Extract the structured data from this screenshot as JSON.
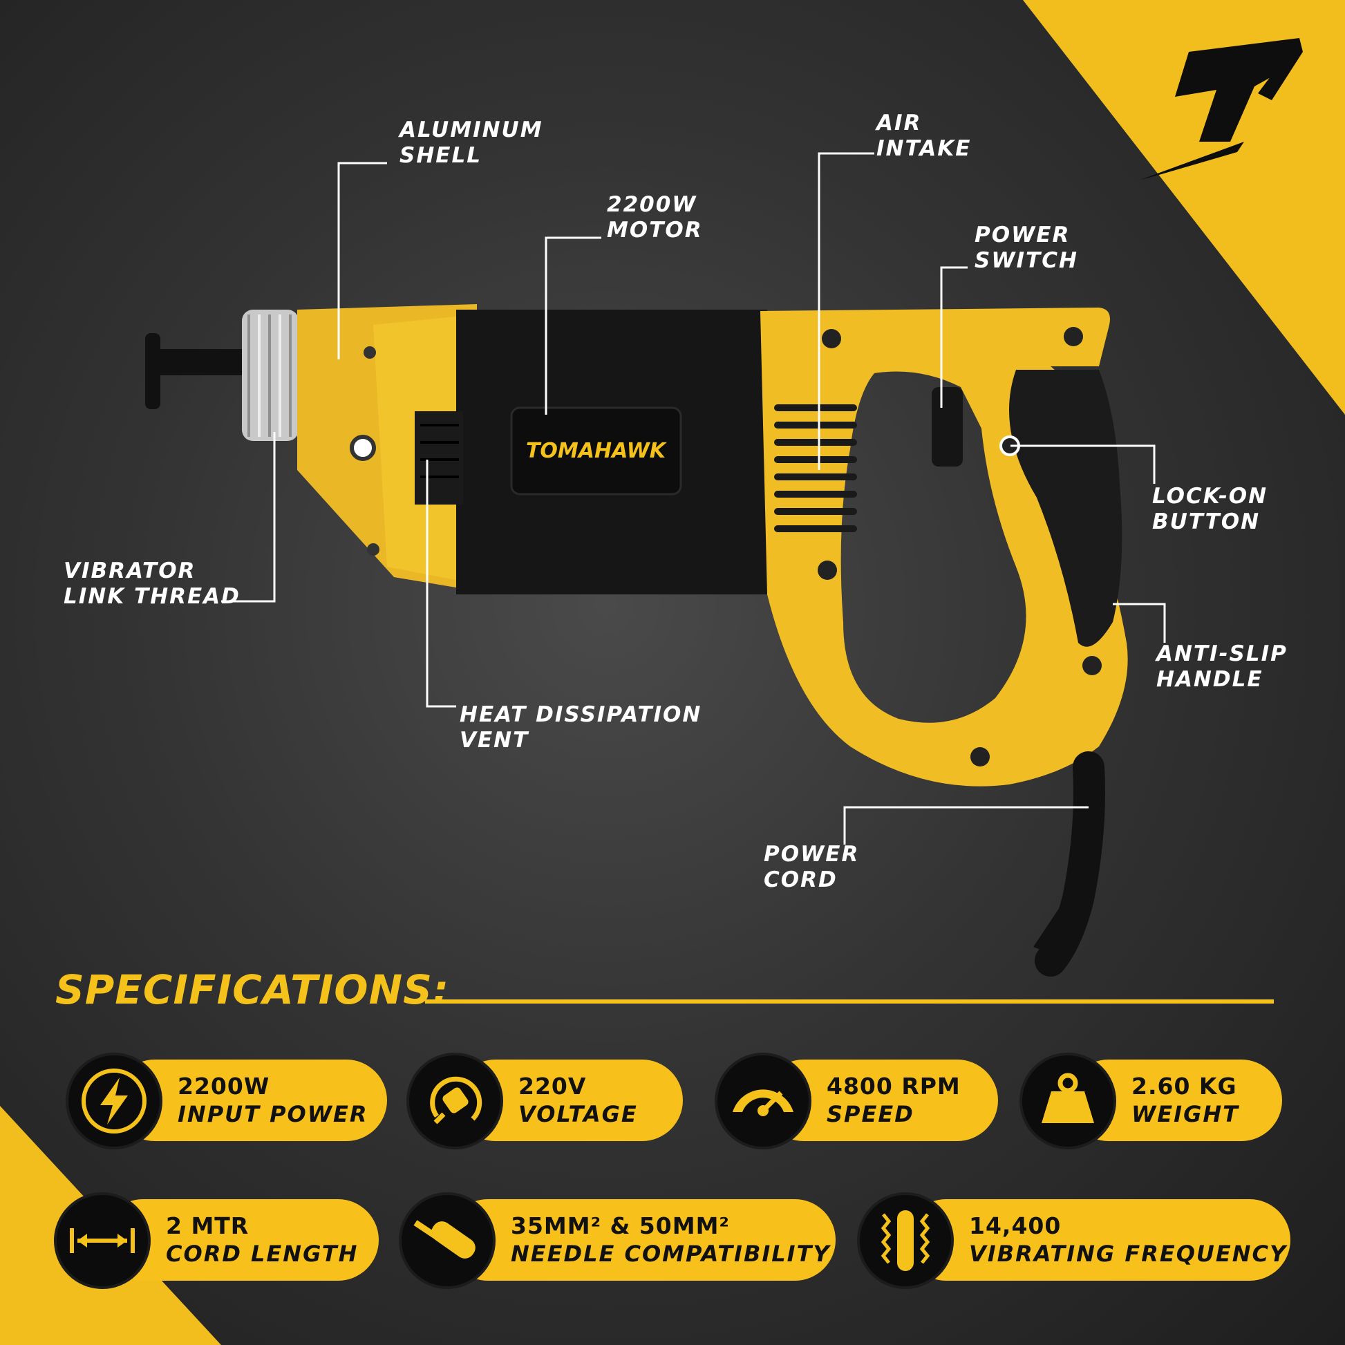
{
  "brand": {
    "logo_text": "TOMAHAWK",
    "accent_color": "#f5c21b"
  },
  "callouts": {
    "aluminum_shell": [
      "ALUMINUM",
      "SHELL"
    ],
    "motor": [
      "2200W",
      "MOTOR"
    ],
    "air_intake": [
      "AIR",
      "INTAKE"
    ],
    "power_switch": [
      "POWER",
      "SWITCH"
    ],
    "lock_on_button": [
      "LOCK-ON",
      "BUTTON"
    ],
    "anti_slip_handle": [
      "ANTI-SLIP",
      "HANDLE"
    ],
    "vibrator_link_thread": [
      "VIBRATOR",
      "LINK THREAD"
    ],
    "heat_dissipation_vent": [
      "HEAT DISSIPATION",
      "VENT"
    ],
    "power_cord": [
      "POWER",
      "CORD"
    ]
  },
  "specifications": {
    "title": "SPECIFICATIONS:",
    "items": [
      {
        "value": "2200W",
        "label": "INPUT POWER",
        "icon": "lightning-bolt-icon"
      },
      {
        "value": "220V",
        "label": "VOLTAGE",
        "icon": "power-plug-icon"
      },
      {
        "value": "4800 RPM",
        "label": "SPEED",
        "icon": "speedometer-icon"
      },
      {
        "value": "2.60 KG",
        "label": "WEIGHT",
        "icon": "weight-icon"
      },
      {
        "value": "2 MTR",
        "label": "CORD LENGTH",
        "icon": "double-arrow-icon"
      },
      {
        "value": "35MM² & 50MM²",
        "label": "NEEDLE COMPATIBILITY",
        "icon": "needle-icon"
      },
      {
        "value": "14,400",
        "label": "VIBRATING FREQUENCY",
        "icon": "vibration-icon"
      }
    ]
  }
}
